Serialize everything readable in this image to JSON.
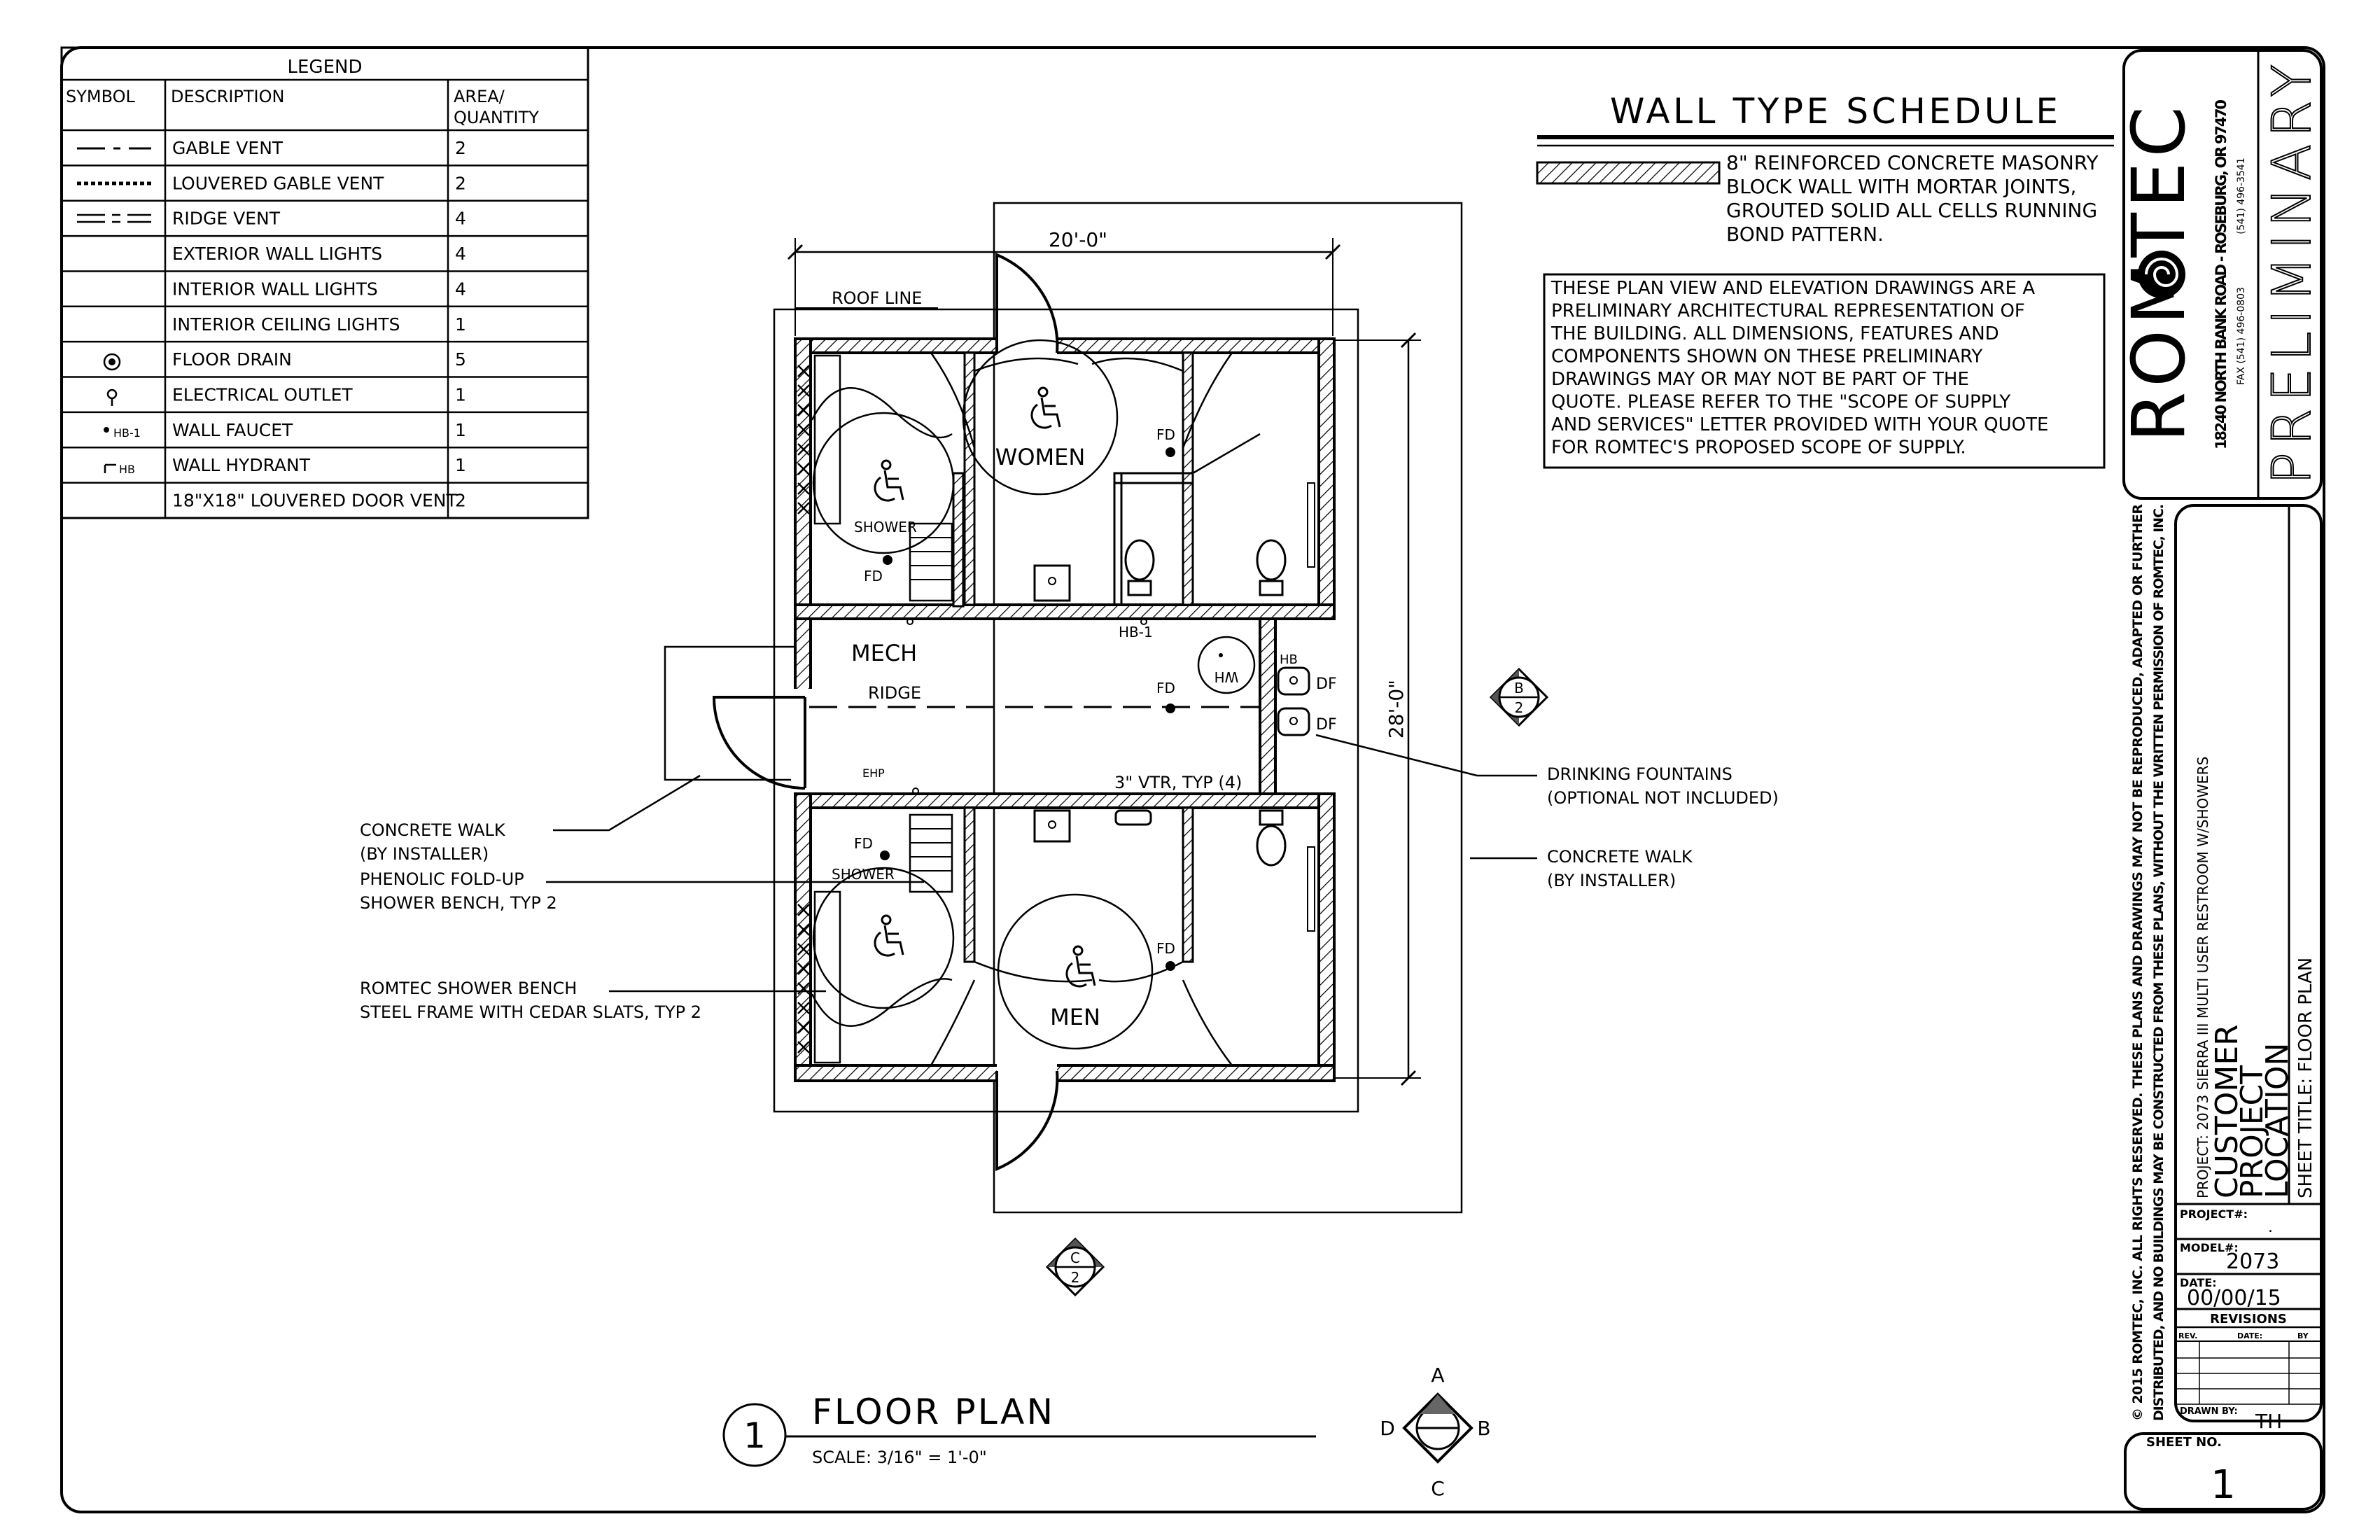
{
  "legend": {
    "title": "LEGEND",
    "headers": [
      "SYMBOL",
      "DESCRIPTION",
      "AREA/ QUANTITY"
    ],
    "rows": [
      {
        "description": "GABLE VENT",
        "quantity": "2"
      },
      {
        "description": "LOUVERED GABLE VENT",
        "quantity": "2"
      },
      {
        "description": "RIDGE VENT",
        "quantity": "4"
      },
      {
        "description": "EXTERIOR WALL LIGHTS",
        "quantity": "4"
      },
      {
        "description": "INTERIOR WALL LIGHTS",
        "quantity": "4"
      },
      {
        "description": "INTERIOR CEILING LIGHTS",
        "quantity": "1"
      },
      {
        "description": "FLOOR DRAIN",
        "quantity": "5"
      },
      {
        "description": "ELECTRICAL OUTLET",
        "quantity": "1"
      },
      {
        "description": "WALL FAUCET",
        "quantity": "1",
        "symbol_text": "HB-1"
      },
      {
        "description": "WALL HYDRANT",
        "quantity": "1",
        "symbol_text": "HB"
      },
      {
        "description": "18\"X18\" LOUVERED DOOR VENT",
        "quantity": "2"
      }
    ]
  },
  "wall_schedule": {
    "title": "WALL TYPE SCHEDULE",
    "lines": [
      "8\" REINFORCED CONCRETE MASONRY",
      "BLOCK WALL WITH MORTAR JOINTS,",
      "GROUTED SOLID ALL CELLS RUNNING",
      "BOND PATTERN."
    ]
  },
  "notice": {
    "lines": [
      "THESE PLAN VIEW AND ELEVATION DRAWINGS ARE A",
      "PRELIMINARY ARCHITECTURAL REPRESENTATION OF",
      "THE BUILDING. ALL DIMENSIONS, FEATURES AND",
      "COMPONENTS SHOWN ON THESE PRELIMINARY",
      "DRAWINGS MAY OR MAY NOT BE PART OF THE",
      "QUOTE. PLEASE REFER TO THE \"SCOPE OF SUPPLY",
      "AND SERVICES\" LETTER PROVIDED WITH YOUR QUOTE",
      "FOR ROMTEC'S PROPOSED SCOPE OF SUPPLY."
    ]
  },
  "plan": {
    "dim_width": "20'-0\"",
    "dim_depth": "28'-0\"",
    "roof_line": "ROOF LINE",
    "women": "WOMEN",
    "men": "MEN",
    "mech": "MECH",
    "ridge": "RIDGE",
    "shower_top": "SHOWER",
    "shower_bottom": "SHOWER",
    "fd": "FD",
    "hb1": "HB-1",
    "hb": "HB",
    "wh": "WH",
    "df": "DF",
    "vtr": "3\" VTR, TYP (4)",
    "ehp": "EHP"
  },
  "callouts": {
    "walk_left": [
      "CONCRETE WALK",
      "(BY INSTALLER)"
    ],
    "bench_fold": [
      "PHENOLIC FOLD-UP",
      "SHOWER BENCH, TYP 2"
    ],
    "bench_romtec": [
      "ROMTEC SHOWER BENCH",
      "STEEL FRAME WITH CEDAR SLATS, TYP 2"
    ],
    "fountains": [
      "DRINKING FOUNTAINS",
      "(OPTIONAL NOT INCLUDED)"
    ],
    "walk_right": [
      "CONCRETE WALK",
      "(BY INSTALLER)"
    ]
  },
  "markers": {
    "elev_b": {
      "letter": "B",
      "number": "2"
    },
    "elev_c": {
      "letter": "C",
      "number": "2"
    }
  },
  "title_block": {
    "view_number": "1",
    "view_title": "FLOOR PLAN",
    "scale": "SCALE: 3/16\" = 1'-0\"",
    "compass": {
      "a": "A",
      "b": "B",
      "c": "C",
      "d": "D"
    }
  },
  "company": {
    "name": "ROMTEC",
    "address": "18240 NORTH BANK ROAD - ROSEBURG, OR 97470",
    "phone": "(541) 496-3541",
    "fax": "FAX (541) 496-0803",
    "stamp": "PRELIMINARY"
  },
  "sheet": {
    "copyright_1": "© 2015 ROMTEC, INC.  ALL RIGHTS RESERVED.  THESE PLANS AND DRAWINGS MAY NOT BE REPRODUCED, ADAPTED OR FURTHER",
    "copyright_2": "DISTRIBUTED, AND NO BUILDINGS MAY BE CONSTRUCTED FROM THESE PLANS, WITHOUT THE WRITTEN PERMISSION OF ROMTEC, INC.",
    "project_line": "PROJECT: 2073 SIERRA III MULTI USER RESTROOM W/SHOWERS",
    "customer": "CUSTOMER",
    "project": "PROJECT",
    "location": "LOCATION",
    "sheet_title": "SHEET TITLE:  FLOOR PLAN",
    "project_no_label": "PROJECT#:",
    "project_no_value": ".",
    "model_label": "MODEL#:",
    "model_value": "2073",
    "date_label": "DATE:",
    "date_value": "00/00/15",
    "revisions": "REVISIONS",
    "rev": "REV.",
    "date_col": "DATE:",
    "by": "BY",
    "drawn_label": "DRAWN BY:",
    "drawn_value": "TH",
    "sheet_no_label": "SHEET NO.",
    "sheet_no_value": "1"
  }
}
